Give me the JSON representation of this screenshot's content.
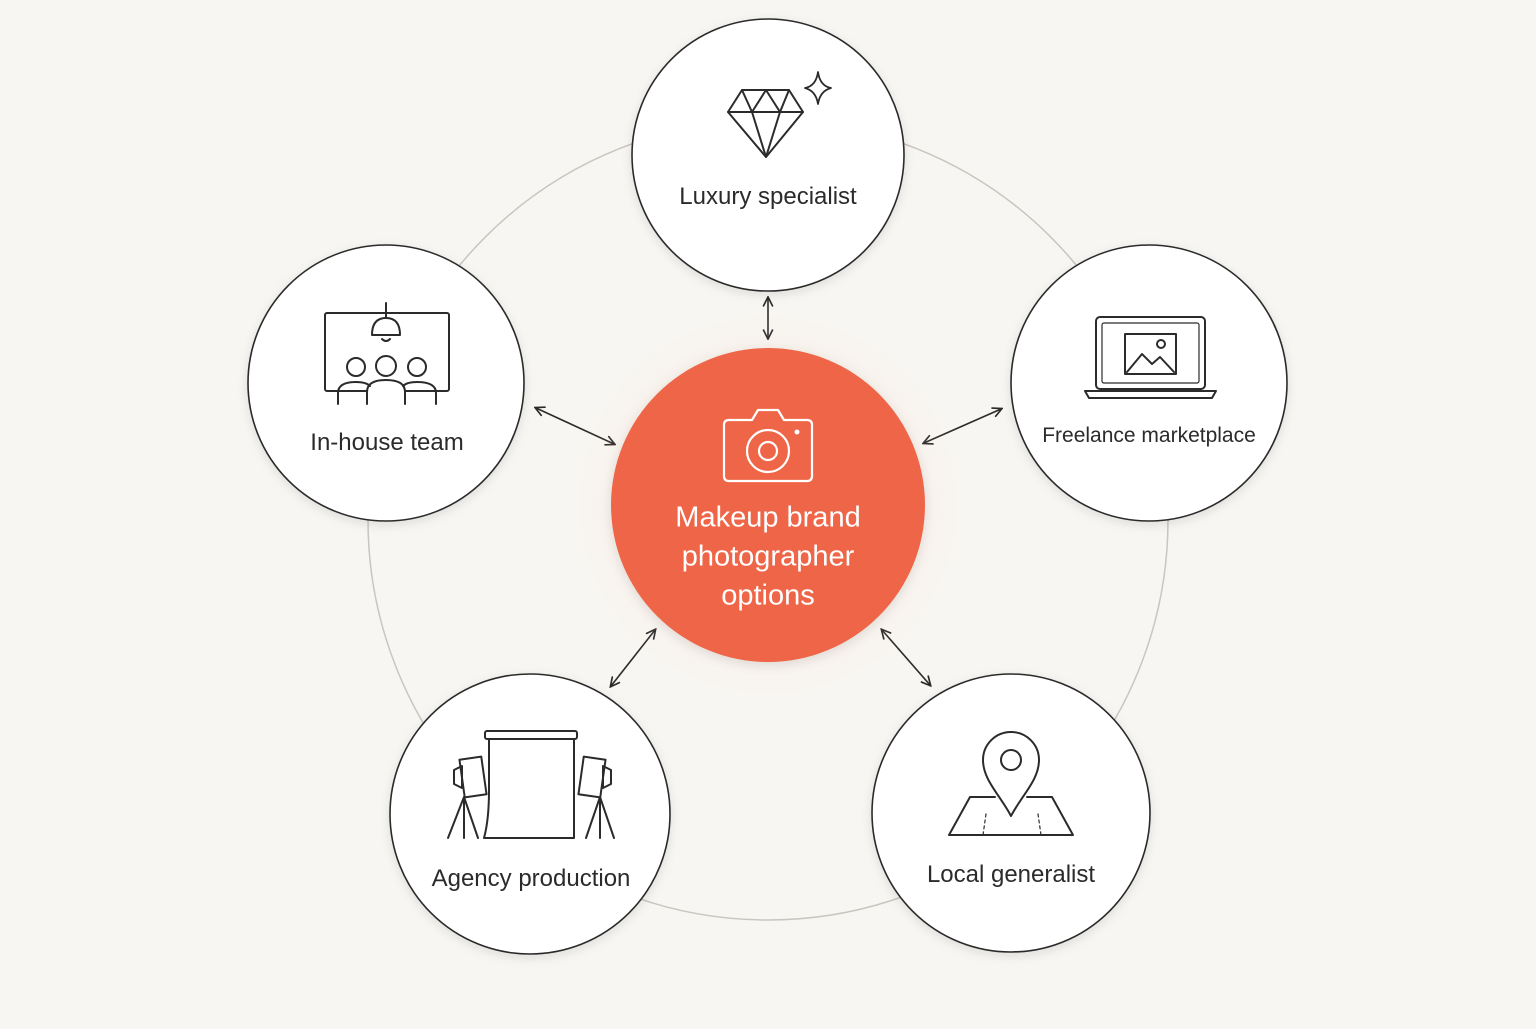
{
  "center": {
    "label_lines": [
      "Makeup brand",
      "photographer",
      "options"
    ],
    "icon": "camera-icon"
  },
  "nodes": [
    {
      "label": "Luxury specialist",
      "icon": "diamond-icon"
    },
    {
      "label": "Freelance marketplace",
      "icon": "laptop-image-icon"
    },
    {
      "label": "Local generalist",
      "icon": "map-pin-icon"
    },
    {
      "label": "Agency production",
      "icon": "studio-backdrop-icon"
    },
    {
      "label": "In-house team",
      "icon": "team-presentation-icon"
    }
  ],
  "colors": {
    "background": "#f8f6f2",
    "center_fill": "#ee6546",
    "node_fill": "#ffffff",
    "outline": "#2b2b2b",
    "ring": "#c9c6c1"
  }
}
